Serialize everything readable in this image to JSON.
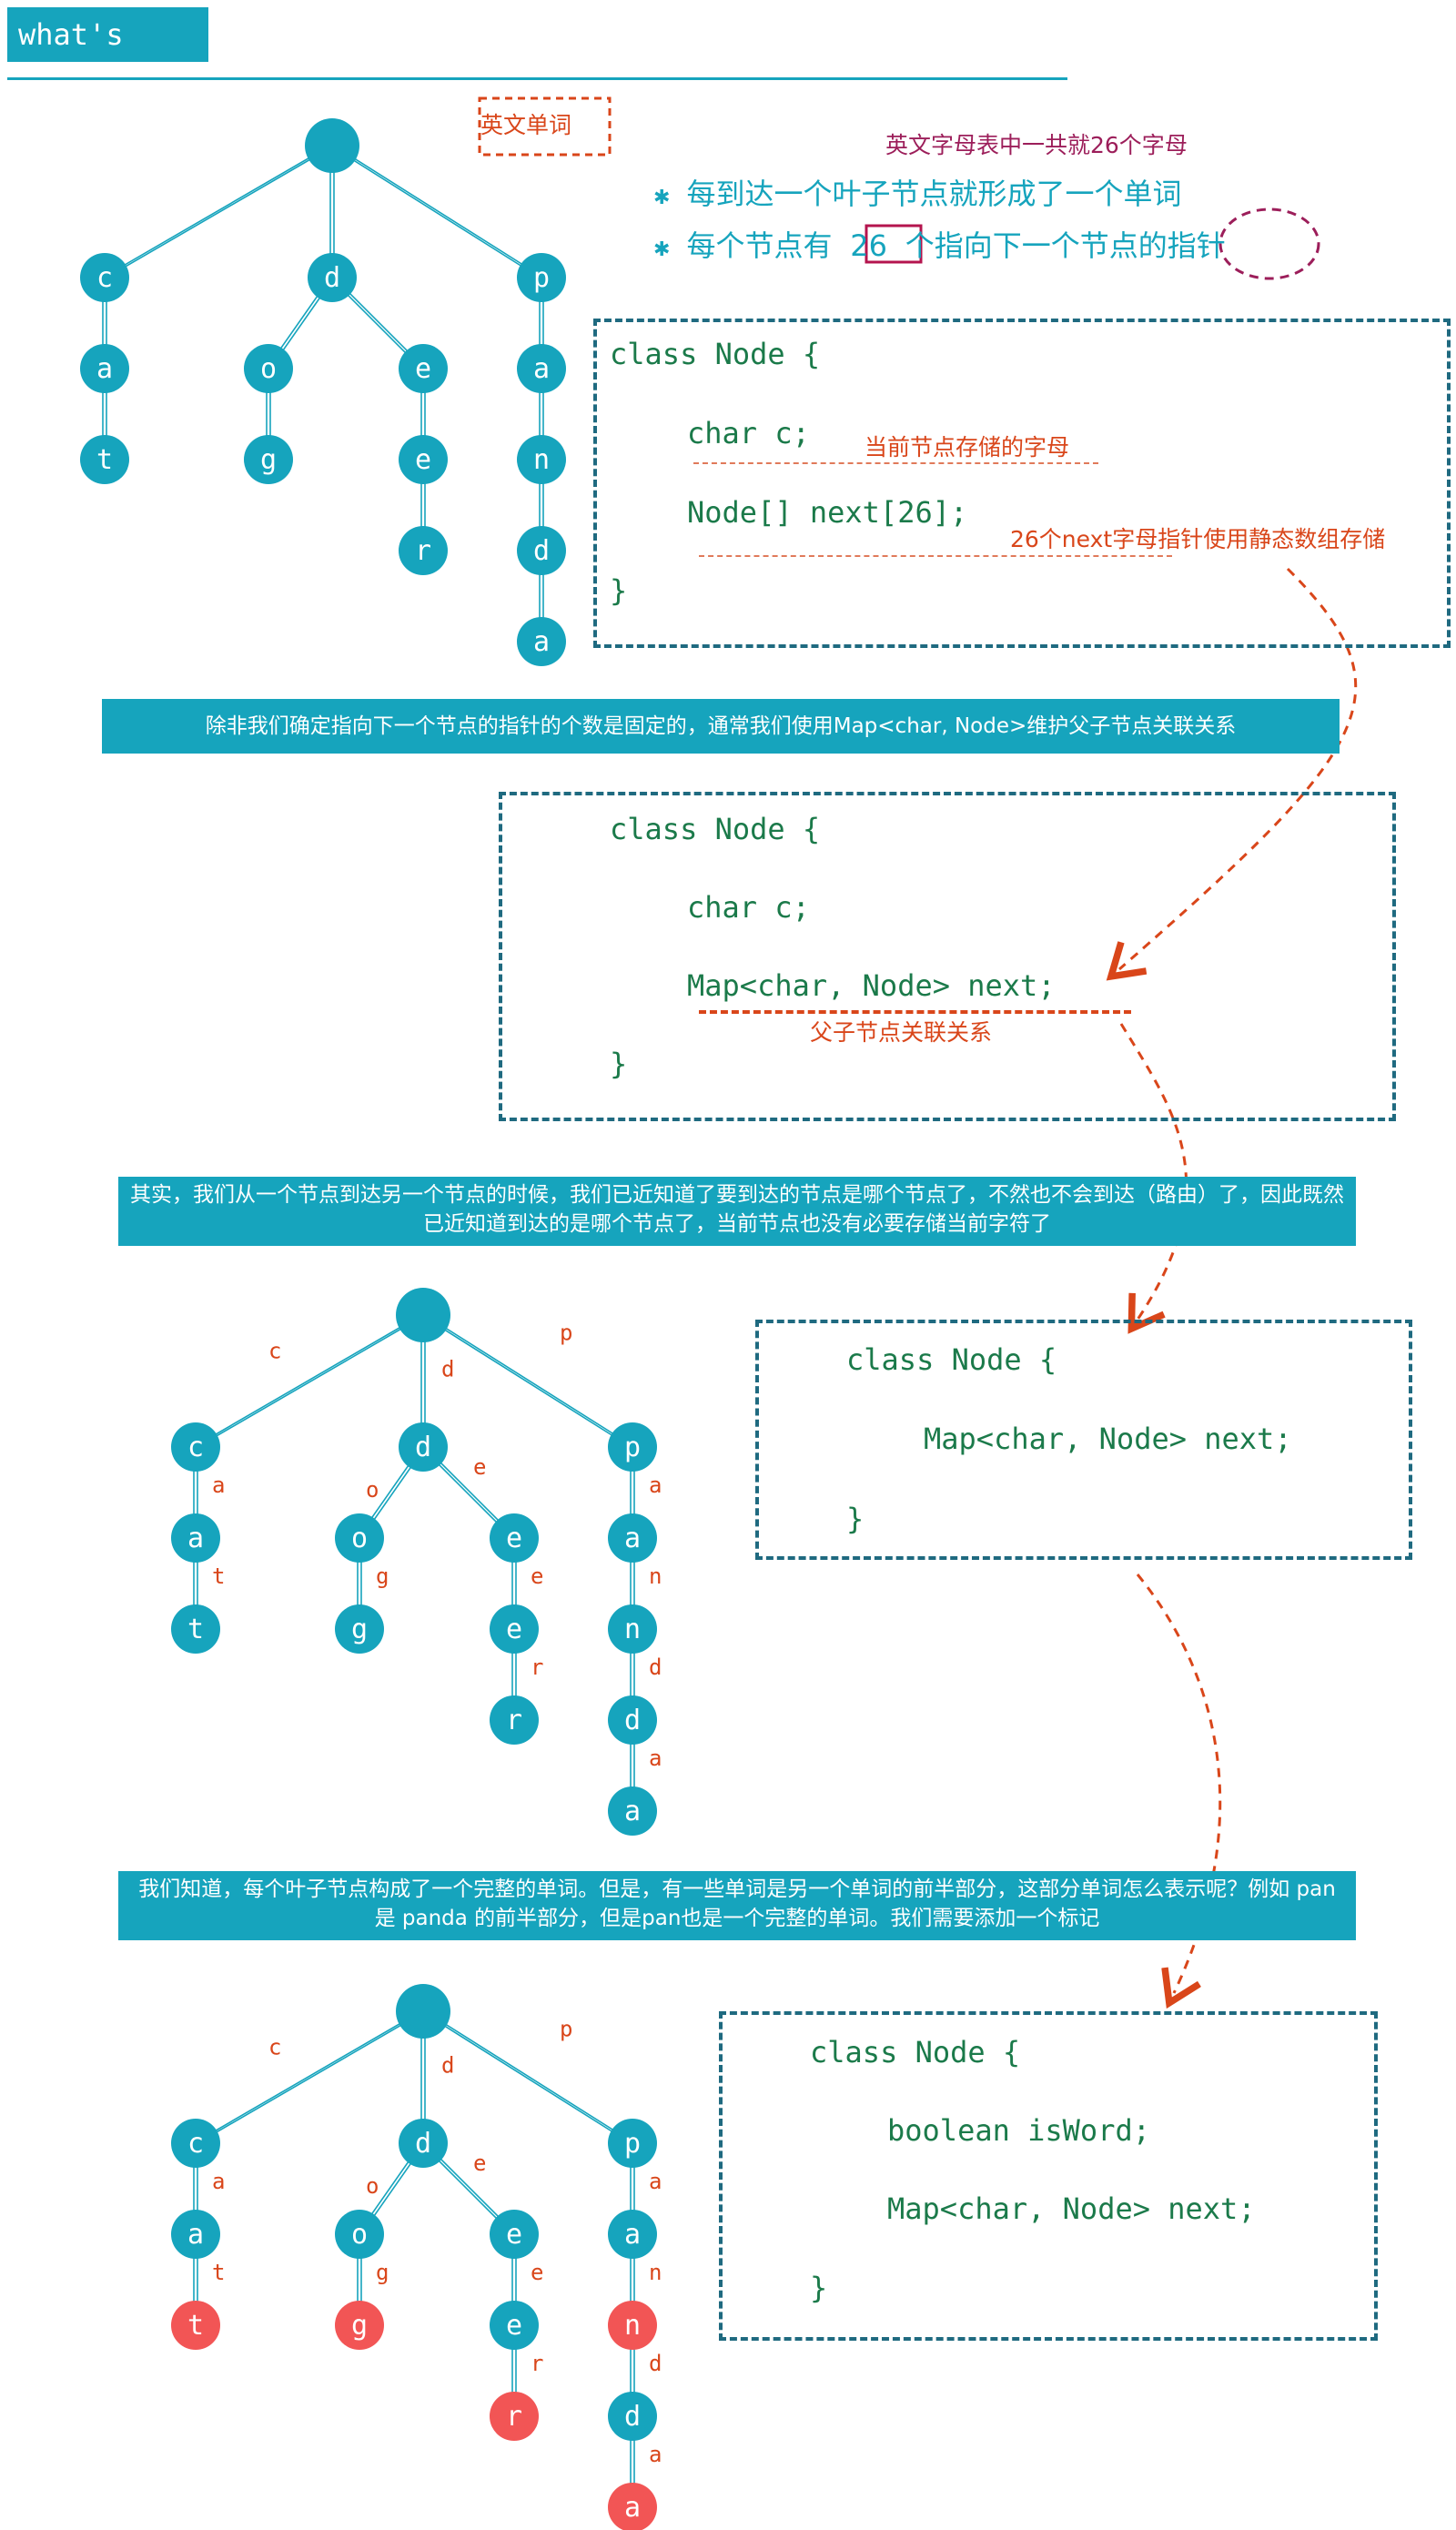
{
  "title": "what's Trie",
  "tree1": {
    "label_english_word": "英文单词",
    "nodes": [
      "c",
      "a",
      "t",
      "d",
      "o",
      "g",
      "e",
      "e",
      "r",
      "p",
      "a",
      "n",
      "d",
      "a"
    ]
  },
  "facts": {
    "alphabet_note": "英文字母表中一共就26个字母",
    "bullet1": "每到达一个叶子节点就形成了一个单词",
    "bullet2_pre": "每个节点有",
    "bullet2_num": "26",
    "bullet2_post": "个指向下一个节点的指针"
  },
  "code1": {
    "line1": "class Node {",
    "line2": "char c;",
    "line3": "Node[] next[26];",
    "line4": "}",
    "anno_c": "当前节点存储的字母",
    "anno_next": "26个next字母指针使用静态数组存储"
  },
  "banner1": "除非我们确定指向下一个节点的指针的个数是固定的，通常我们使用Map<char, Node>维护父子节点关联关系",
  "code2": {
    "line1": "class Node {",
    "line2": "char c;",
    "line3": "Map<char, Node> next;",
    "line4": "}",
    "anno_next": "父子节点关联关系"
  },
  "banner2": "其实，我们从一个节点到达另一个节点的时候，我们已近知道了要到达的节点是哪个节点了，不然也不会到达（路由）了，因此既然已近知道到达的是哪个节点了，当前节点也没有必要存储当前字符了",
  "code3": {
    "line1": "class Node {",
    "line2": "Map<char, Node> next;",
    "line3": "}"
  },
  "banner3": "我们知道，每个叶子节点构成了一个完整的单词。但是，有一些单词是另一个单词的前半部分，这部分单词怎么表示呢？例如 pan 是 panda 的前半部分，但是pan也是一个完整的单词。我们需要添加一个标记",
  "code4": {
    "line1": "class Node {",
    "line2": "boolean isWord;",
    "line3": "Map<char, Node> next;",
    "line4": "}"
  },
  "colors": {
    "node": "#16a4bd",
    "word_node": "#f25555",
    "code_text": "#1b7a4a",
    "annotation": "#d9461a",
    "box_border": "#1f6a80"
  },
  "tree_nodes": {
    "root": "",
    "c": "c",
    "ca": "a",
    "cat": "t",
    "d": "d",
    "do": "o",
    "dog": "g",
    "de": "e",
    "dee": "e",
    "deer": "r",
    "p": "p",
    "pa": "a",
    "pan": "n",
    "pand": "d",
    "panda": "a"
  },
  "edge_labels": [
    "c",
    "d",
    "p",
    "a",
    "t",
    "o",
    "g",
    "e",
    "e",
    "r",
    "a",
    "n",
    "d",
    "a"
  ]
}
